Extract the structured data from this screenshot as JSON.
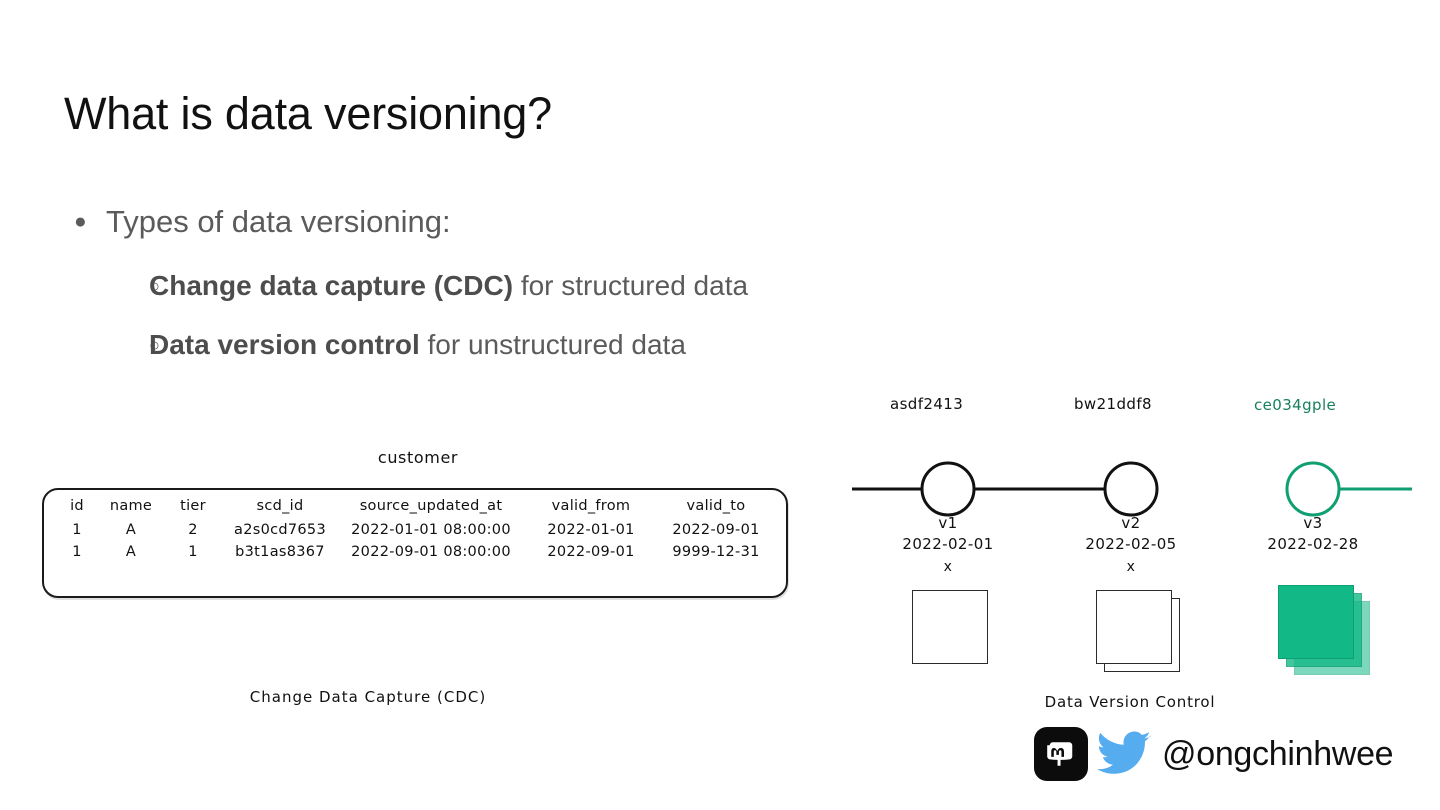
{
  "slide": {
    "title": "What is data versioning?",
    "bullets": {
      "level1": "Types of data versioning:",
      "level1_marker": "●",
      "level2_marker": "○",
      "items": [
        {
          "bold": "Change data capture (CDC)",
          "rest": " for structured data"
        },
        {
          "bold": "Data version control",
          "rest": " for unstructured data"
        }
      ]
    }
  },
  "cdc_diagram": {
    "table_name": "customer",
    "caption": "Change Data Capture (CDC)",
    "columns": [
      "id",
      "name",
      "tier",
      "scd_id",
      "source_updated_at",
      "valid_from",
      "valid_to"
    ],
    "rows": [
      [
        "1",
        "A",
        "2",
        "a2s0cd7653",
        "2022-01-01 08:00:00",
        "2022-01-01",
        "2022-09-01"
      ],
      [
        "1",
        "A",
        "1",
        "b3t1as8367",
        "2022-09-01 08:00:00",
        "2022-09-01",
        "9999-12-31"
      ]
    ]
  },
  "dvc_diagram": {
    "caption": "Data Version Control",
    "accent_color": "#12b886",
    "commits": [
      {
        "hash": "asdf2413",
        "version": "v1",
        "date": "2022-02-01",
        "xmark": "x",
        "files": 1,
        "active": false
      },
      {
        "hash": "bw21ddf8",
        "version": "v2",
        "date": "2022-02-05",
        "xmark": "x",
        "files": 2,
        "active": false
      },
      {
        "hash": "ce034gple",
        "version": "v3",
        "date": "2022-02-28",
        "xmark": "",
        "files": 3,
        "active": true
      }
    ]
  },
  "footer": {
    "handle": "@ongchinhwee",
    "mastodon_label": "mastodon-logo",
    "twitter_label": "twitter-logo",
    "twitter_color": "#55acee"
  }
}
